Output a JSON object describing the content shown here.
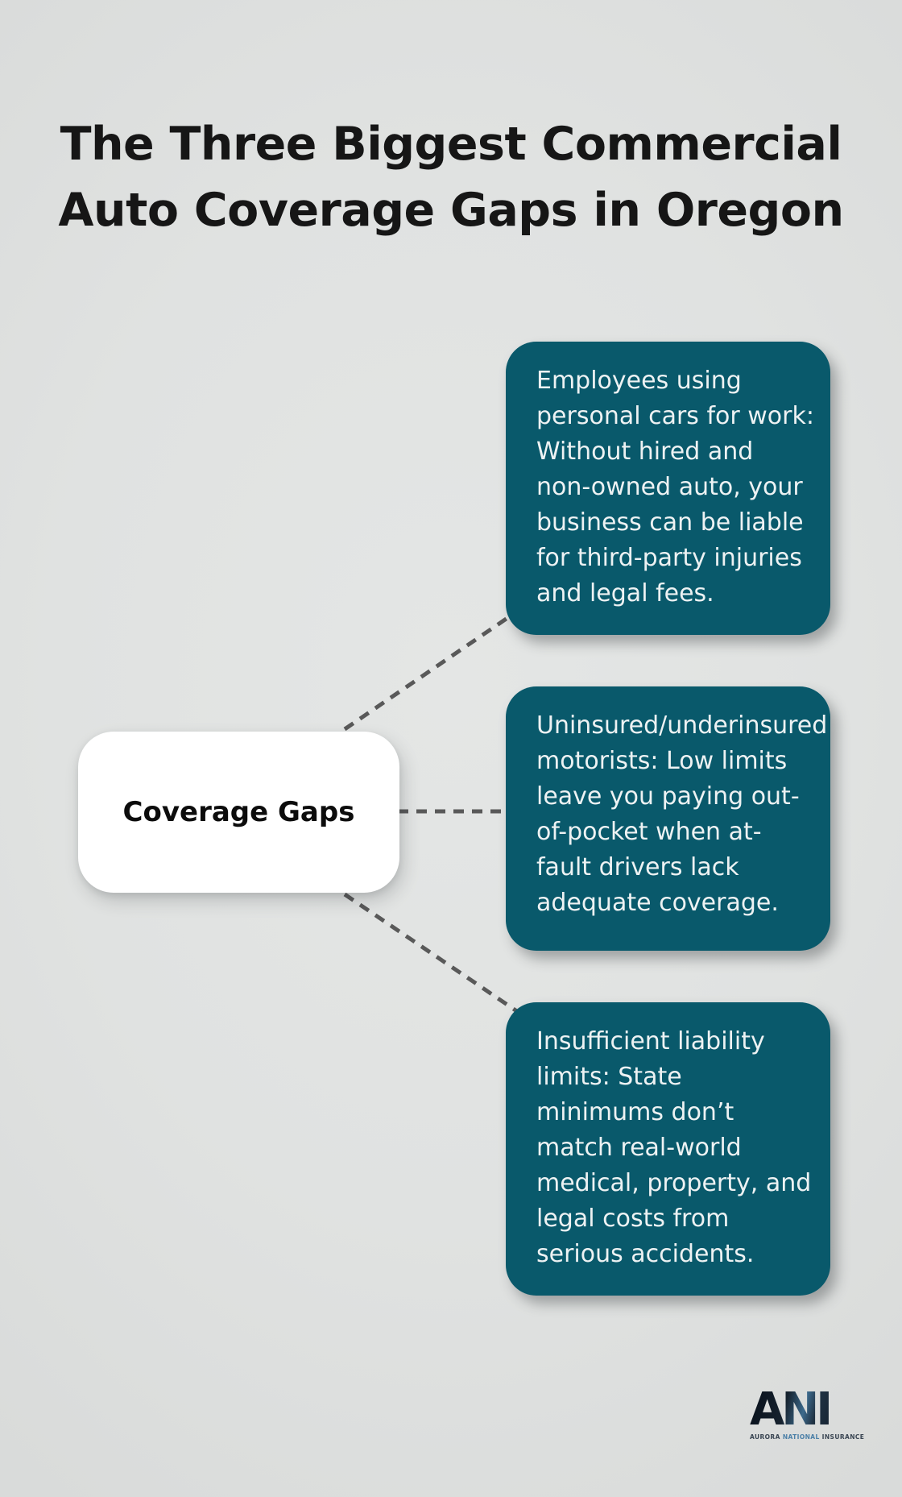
{
  "canvas": {
    "background_color": "#e1e3e2"
  },
  "header": {
    "title_lines": [
      "The Three Biggest Commercial",
      "Auto Coverage Gaps in Oregon"
    ]
  },
  "diagram": {
    "center_node_label": "Coverage Gaps",
    "box_color": "#09596b",
    "box_text_color": "#edf2f3",
    "connector_color": "#595959",
    "gap_boxes": [
      {
        "text": "Employees using personal cars for work: Without hired and non-owned auto, your business can be liable for third-party injuries and legal fees."
      },
      {
        "text": "Uninsured/underinsured motorists: Low limits leave you paying out-of-pocket when at-fault drivers lack adequate coverage."
      },
      {
        "text": "Insufficient liability limits: State minimums don’t match real-world medical, property, and legal costs from serious accidents."
      }
    ]
  },
  "footer_logo": {
    "acronym": "ANI",
    "tagline_words": [
      {
        "text": "AURORA",
        "color": "#3a4653"
      },
      {
        "text": "NATIONAL",
        "color": "#4c80a8"
      },
      {
        "text": "INSURANCE",
        "color": "#3a4653"
      }
    ]
  }
}
